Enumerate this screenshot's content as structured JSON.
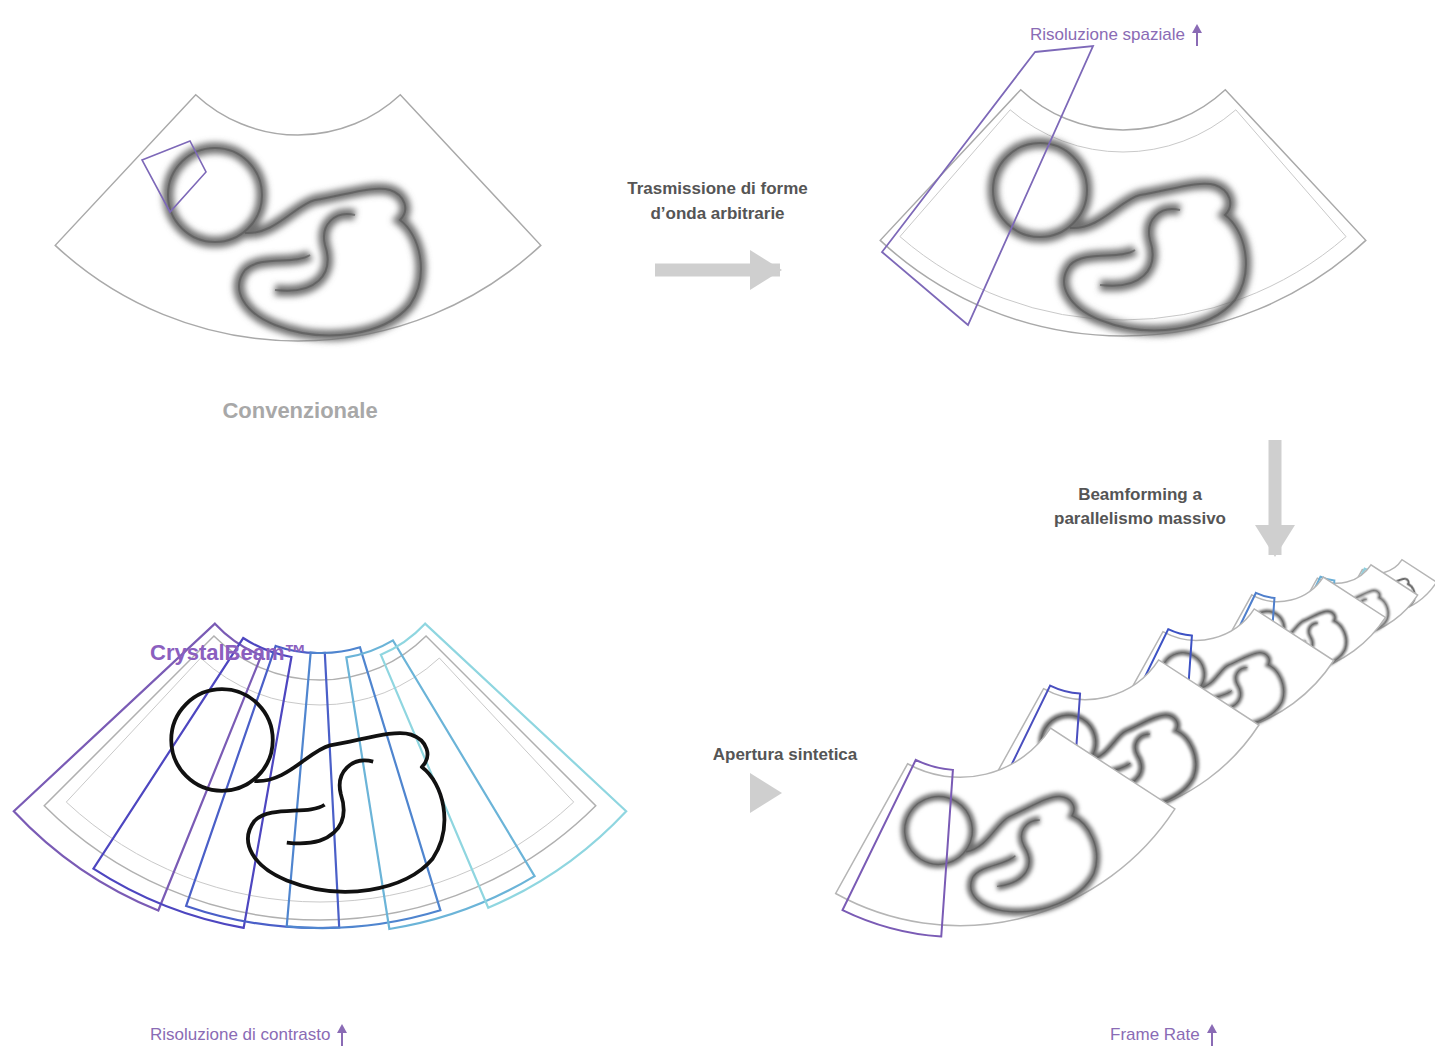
{
  "diagram": {
    "nodes": [
      {
        "text": [
          "Convenzionale"
        ]
      },
      {
        "text": [
          "Risoluzione spaziale"
        ]
      },
      {
        "text": [
          "Frame Rate"
        ]
      },
      {
        "text": [
          "CrystalBeam™",
          "Risoluzione di contrasto"
        ]
      }
    ],
    "edges": [
      {
        "from": 0,
        "to": 1,
        "arrow": "to",
        "label": "Trasmissione di forme d’onda arbitrarie"
      },
      {
        "from": 1,
        "to": 2,
        "arrow": "to",
        "label": "Beamforming a parallelismo massivo"
      },
      {
        "from": 2,
        "to": 3,
        "arrow": "to",
        "label": "Apertura sintetica"
      }
    ]
  }
}
